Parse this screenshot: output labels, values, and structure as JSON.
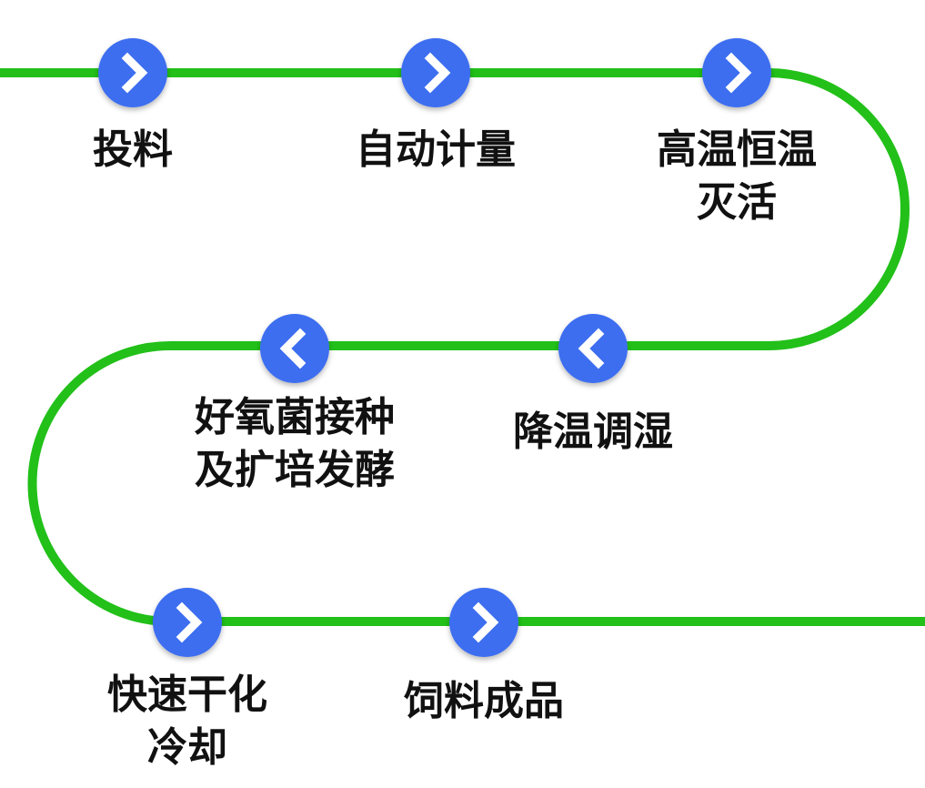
{
  "colors": {
    "track": "#22c019",
    "node": "#3d6ef0",
    "node_arrow": "#ffffff",
    "label": "#111111"
  },
  "steps": [
    {
      "lines": [
        "投料"
      ],
      "arrow": "right"
    },
    {
      "lines": [
        "自动计量"
      ],
      "arrow": "right"
    },
    {
      "lines": [
        "高温恒温",
        "灭活"
      ],
      "arrow": "right"
    },
    {
      "lines": [
        "降温调湿"
      ],
      "arrow": "left"
    },
    {
      "lines": [
        "好氧菌接种",
        "及扩培发酵"
      ],
      "arrow": "left"
    },
    {
      "lines": [
        "快速干化",
        "冷却"
      ],
      "arrow": "right"
    },
    {
      "lines": [
        "饲料成品"
      ],
      "arrow": "right"
    }
  ]
}
